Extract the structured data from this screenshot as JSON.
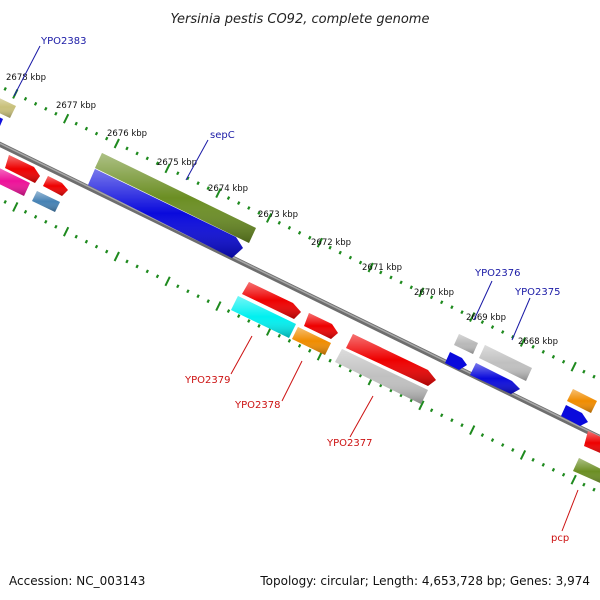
{
  "title": "Yersinia pestis CO92, complete genome",
  "footer": {
    "accession": "Accession: NC_003143",
    "topology": "Topology: circular; Length: 4,653,728 bp; Genes: 3,974"
  },
  "colors": {
    "backbone": "#7a7a7a",
    "tick": "#1e8a1e",
    "label_forward": "#1a1aa6",
    "label_reverse": "#cc1111"
  },
  "kbp_labels": [
    "2678 kbp",
    "2677 kbp",
    "2676 kbp",
    "2675 kbp",
    "2674 kbp",
    "2673 kbp",
    "2672 kbp",
    "2671 kbp",
    "2670 kbp",
    "2669 kbp",
    "2668 kbp"
  ],
  "gene_labels": {
    "forward": [
      "YPO2383",
      "sepC",
      "YPO2376",
      "YPO2375"
    ],
    "reverse": [
      "YPO2379",
      "YPO2378",
      "YPO2377",
      "pcp"
    ]
  }
}
